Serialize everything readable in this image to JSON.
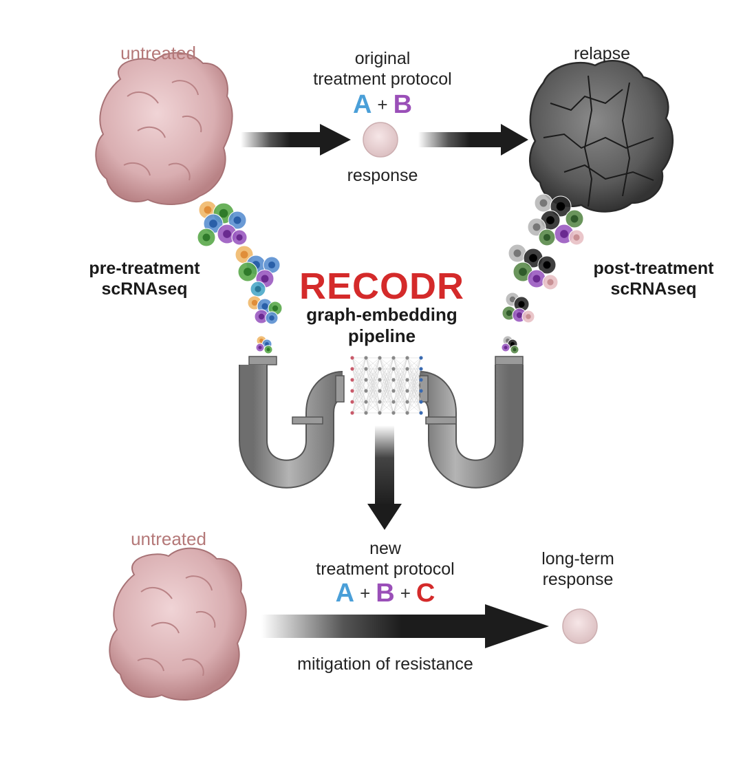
{
  "labels": {
    "untreated_top": "untreated",
    "original_protocol_line1": "original",
    "original_protocol_line2": "treatment protocol",
    "response": "response",
    "relapse": "relapse",
    "pre_treatment_line1": "pre-treatment",
    "pre_treatment_line2": "scRNAseq",
    "post_treatment_line1": "post-treatment",
    "post_treatment_line2": "scRNAseq",
    "recodr": "RECODR",
    "pipeline_line1": "graph-embedding",
    "pipeline_line2": "pipeline",
    "untreated_bottom": "untreated",
    "new_protocol_line1": "new",
    "new_protocol_line2": "treatment protocol",
    "long_term_line1": "long-term",
    "long_term_line2": "response",
    "mitigation": "mitigation of resistance"
  },
  "drugs": {
    "a": "A",
    "b": "B",
    "c": "C",
    "plus": "+"
  },
  "colors": {
    "drug_a": "#4a9fd8",
    "drug_b": "#9a4fb8",
    "drug_c": "#d42a2a",
    "recodr": "#d42a2a",
    "untreated_text": "#b47878",
    "tumor_pink": "#d6a8ab",
    "tumor_dark": "#555555",
    "pipe_gray": "#8a8a8a",
    "arrow_dark": "#1c1c1c"
  }
}
